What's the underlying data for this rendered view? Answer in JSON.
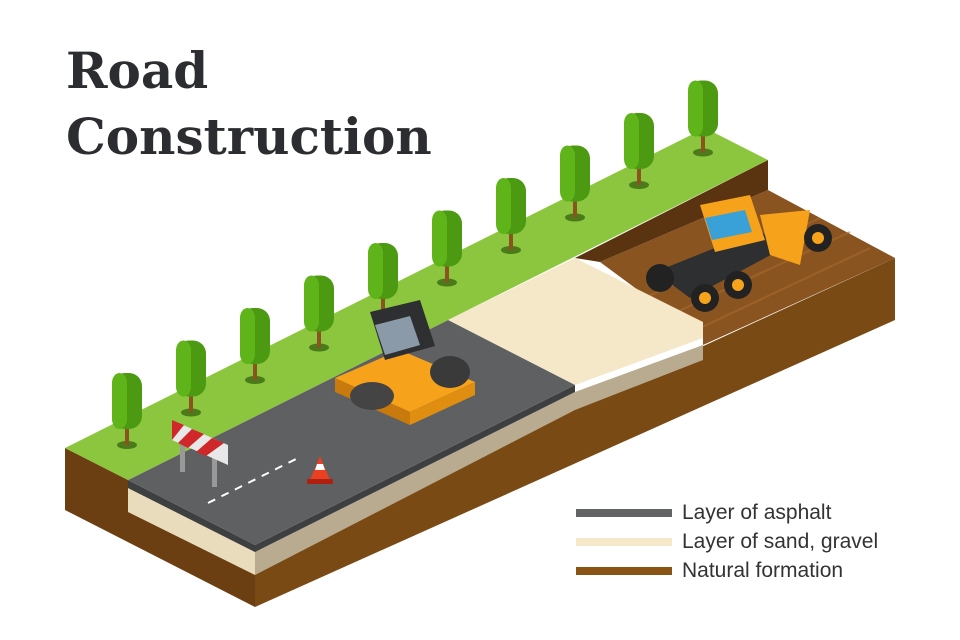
{
  "title": {
    "line1": "Road",
    "line2": "Construction"
  },
  "legend": [
    {
      "label": "Layer of asphalt",
      "color": "#636466"
    },
    {
      "label": "Layer of sand, gravel",
      "color": "#f6e9c9"
    },
    {
      "label": "Natural formation",
      "color": "#8a5414"
    }
  ],
  "colors": {
    "grass": "#8cc63e",
    "asphalt": "#5f6062",
    "sand": "#f6e9c9",
    "dirt": "#7a4a1a",
    "tree": "#4c9a12",
    "machine": "#f7a21b"
  }
}
